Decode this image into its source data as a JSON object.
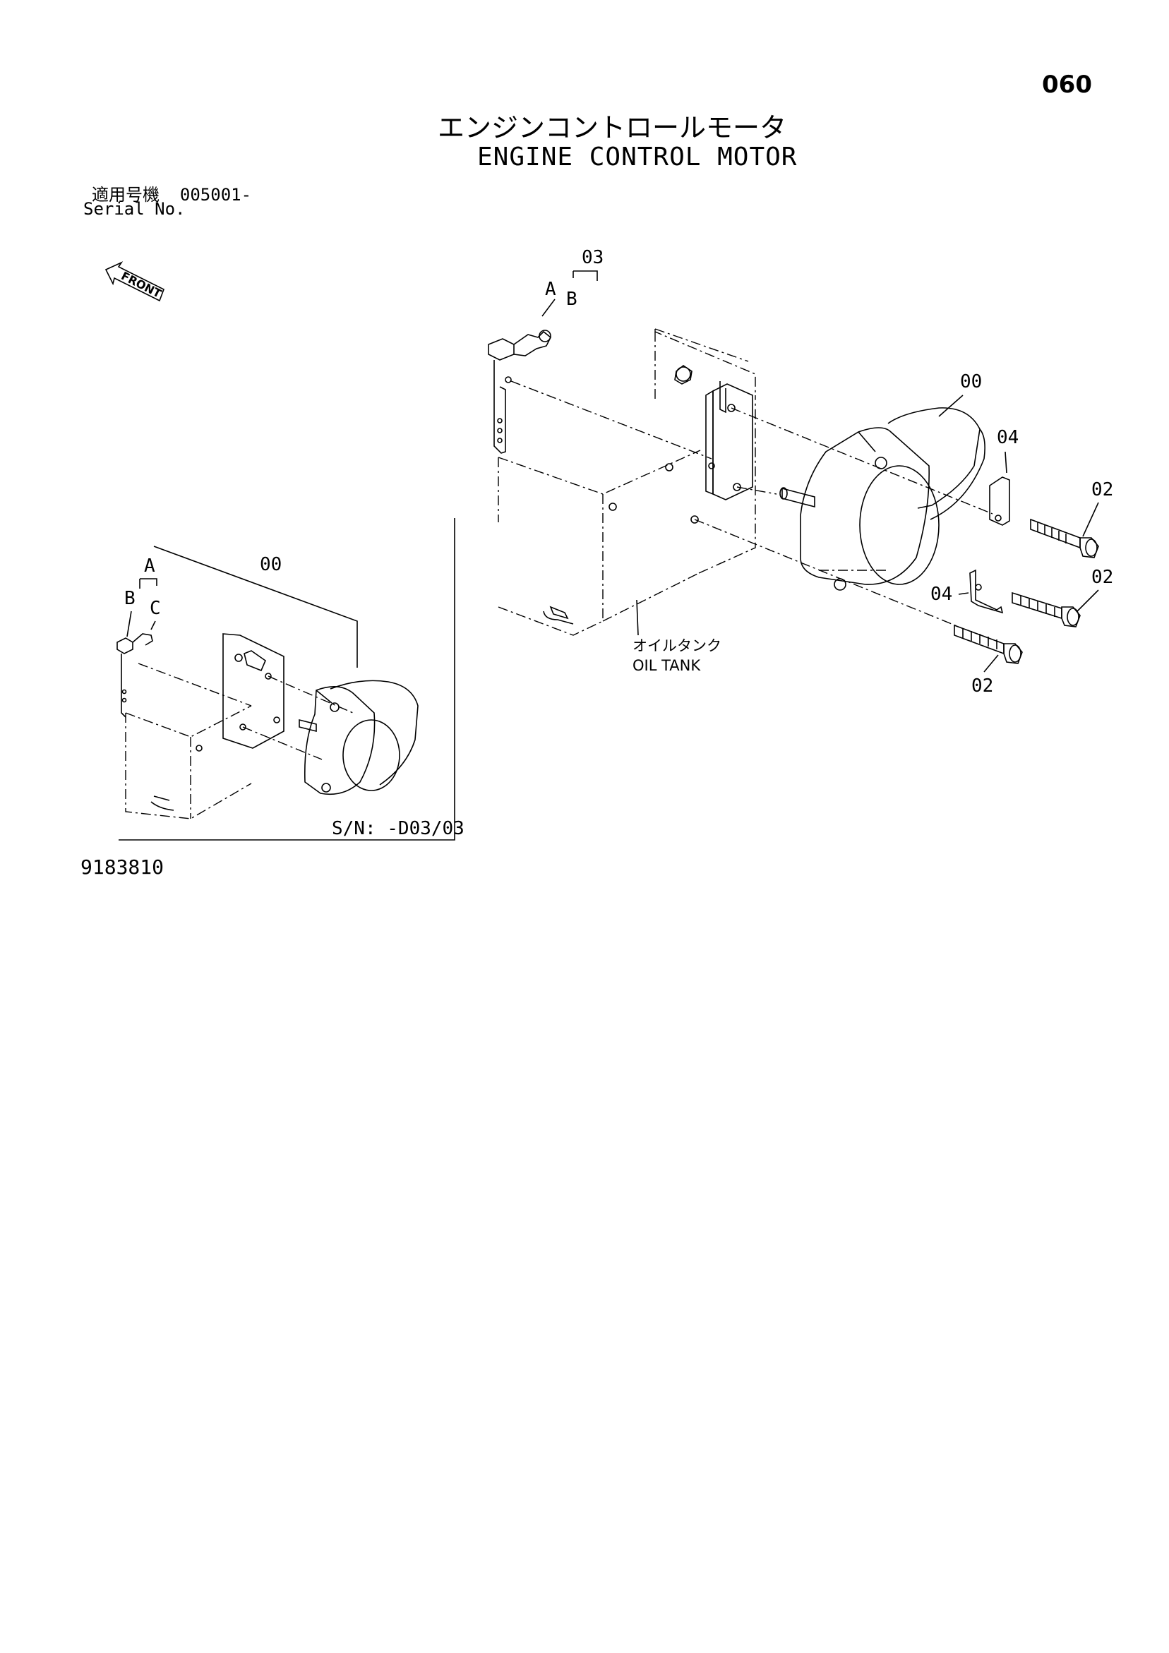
{
  "page_number": "060",
  "title_jp": "エンジンコントロールモータ",
  "title_en": "ENGINE CONTROL MOTOR",
  "serial_label_jp": "適用号機",
  "serial_value": "005001-",
  "serial_label_en": "Serial No.",
  "front_label": "FRONT",
  "callouts": {
    "p00": "00",
    "p02": "02",
    "p03": "03",
    "p04": "04",
    "a": "A",
    "b": "B",
    "c": "C"
  },
  "oil_tank_jp": "オイルタンク",
  "oil_tank_en": "OIL TANK",
  "inset_sn": "S/N: -D03/03",
  "doc_number": "9183810"
}
